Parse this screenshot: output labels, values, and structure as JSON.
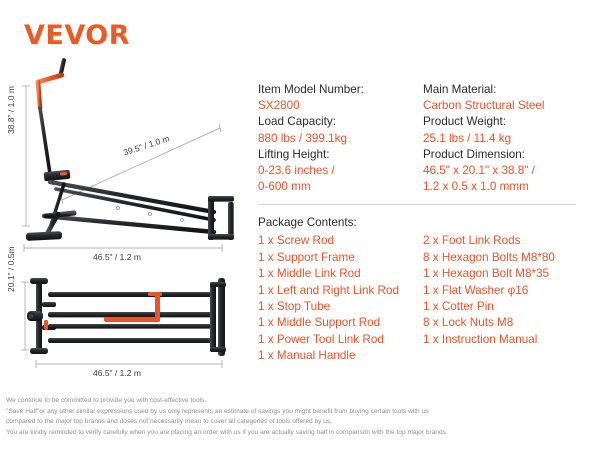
{
  "brand": {
    "logo_text": "VEVOR"
  },
  "diagrams": {
    "side_view": {
      "name": "product-side-view",
      "height_label": "38.8\" / 1.0 m",
      "slope_label": "39.5\" / 1.0 m",
      "width_label": "46.5\" / 1.2 m"
    },
    "top_view": {
      "name": "product-top-view",
      "height_label": "20.1\" / 0.5m",
      "width_label": "46.5\" / 1.2 m"
    }
  },
  "specs": {
    "left": [
      {
        "label": "Item Model Number:",
        "value": "SX2800"
      },
      {
        "label": "Load Capacity:",
        "value": "880 lbs / 399.1kg"
      },
      {
        "label": "Lifting Height:",
        "value": "0-23.6 inches /"
      },
      {
        "label": "",
        "value": "0-600 mm"
      }
    ],
    "right": [
      {
        "label": "Main Material:",
        "value": "Carbon Structural Steel"
      },
      {
        "label": "Product Weight:",
        "value": "25.1 lbs / 11.4 kg"
      },
      {
        "label": "Product Dimension:",
        "value": "46.5\" x 20.1\" x 38.8\" /"
      },
      {
        "label": "",
        "value": "1.2 x 0.5 x 1.0 mmm"
      }
    ]
  },
  "package": {
    "title": "Package Contents:",
    "left_items": [
      "1 x Screw Rod",
      "1 x Support Frame",
      "1 x Middle Link Rod",
      "1 x Left and Right Link Rod",
      "1 x Stop Tube",
      "1 x Middle Support Rod",
      "1 x Power Tool Link Rod",
      "1 x Manual Handle"
    ],
    "right_items": [
      "2 x Foot Link Rods",
      "8 x Hexagon Bolts M8*80",
      "1 x Hexagon Bolt M8*35",
      "1 x Flat Washer φ16",
      "1 x Cotter Pin",
      "8 x Lock Nuts M8",
      "1 x Instruction Manual"
    ]
  },
  "footer": {
    "lines": [
      "We continue to be committed to provide you with cost-effective tools.",
      "\"Save Half\"or any other similar expressions used by us only represents an estimate of savings you might benefit from buying certain tools with us",
      "compared to the major top brands and doses not necessarily mean to cover all categories of tools offered by us.",
      "You are kindly reminded to verify carefully when you are placing an order with us if you are actually saving half in comparison with the top major brands."
    ]
  },
  "colors": {
    "brand_orange": "#EC5B23",
    "value_orange": "#E8552A",
    "text_dark": "#2b2b2b",
    "footer_gray": "#8e8e8e",
    "divider_gray": "#d6d6d6",
    "metal_black": "#25262a"
  }
}
